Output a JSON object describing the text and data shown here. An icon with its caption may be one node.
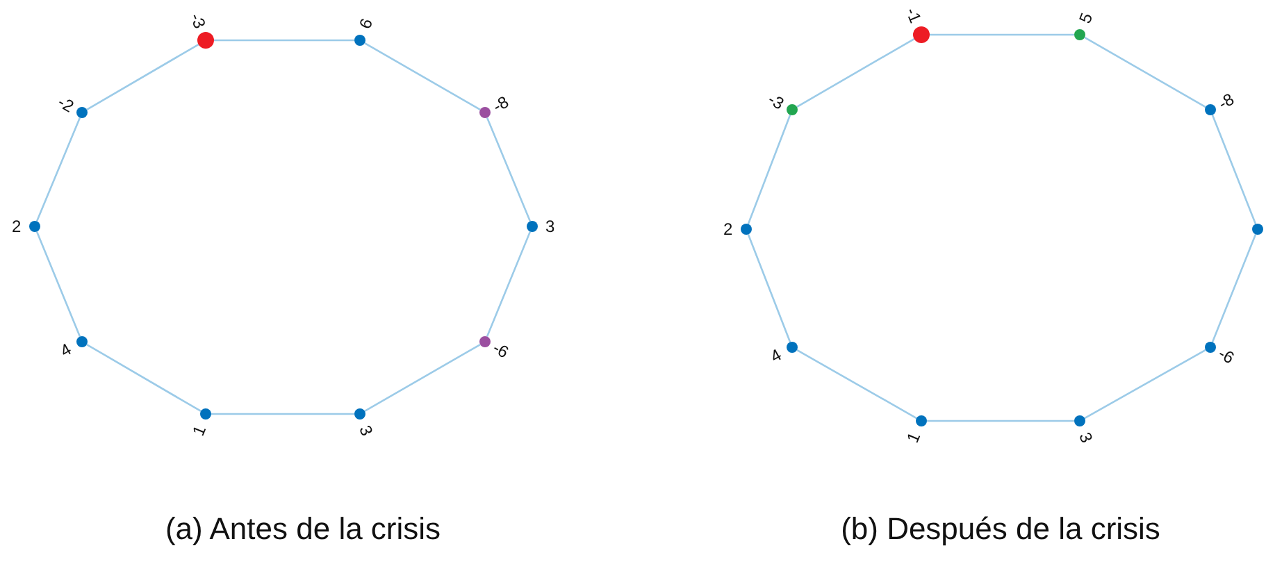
{
  "diagram": {
    "nodes": [
      {
        "text": [
          "-3"
        ]
      },
      {
        "text": [
          "6"
        ]
      },
      {
        "text": [
          "-8"
        ]
      },
      {
        "text": [
          "3"
        ]
      },
      {
        "text": [
          "-6"
        ]
      },
      {
        "text": [
          "3"
        ]
      },
      {
        "text": [
          "1"
        ]
      },
      {
        "text": [
          "4"
        ]
      },
      {
        "text": [
          "2"
        ]
      },
      {
        "text": [
          "-2"
        ]
      },
      {
        "text": [
          "-1"
        ]
      },
      {
        "text": [
          "5"
        ]
      },
      {
        "text": [
          "-8"
        ]
      },
      {
        "text": [],
        "shape": "circle"
      },
      {
        "text": [
          "-6"
        ]
      },
      {
        "text": [
          "3"
        ]
      },
      {
        "text": [
          "1"
        ]
      },
      {
        "text": [
          "4"
        ]
      },
      {
        "text": [
          "2"
        ]
      },
      {
        "text": [
          "-3"
        ]
      }
    ],
    "edges": [
      {
        "from": 0,
        "to": 1,
        "arrow": "none"
      },
      {
        "from": 1,
        "to": 2,
        "arrow": "none"
      },
      {
        "from": 2,
        "to": 3,
        "arrow": "none"
      },
      {
        "from": 3,
        "to": 4,
        "arrow": "none"
      },
      {
        "from": 4,
        "to": 5,
        "arrow": "none"
      },
      {
        "from": 5,
        "to": 6,
        "arrow": "none"
      },
      {
        "from": 6,
        "to": 7,
        "arrow": "none"
      },
      {
        "from": 7,
        "to": 8,
        "arrow": "none"
      },
      {
        "from": 8,
        "to": 9,
        "arrow": "none"
      },
      {
        "from": 9,
        "to": 0,
        "arrow": "none"
      },
      {
        "from": 10,
        "to": 11,
        "arrow": "none"
      },
      {
        "from": 11,
        "to": 12,
        "arrow": "none"
      },
      {
        "from": 12,
        "to": 13,
        "arrow": "none"
      },
      {
        "from": 13,
        "to": 14,
        "arrow": "none"
      },
      {
        "from": 14,
        "to": 15,
        "arrow": "none"
      },
      {
        "from": 15,
        "to": 16,
        "arrow": "none"
      },
      {
        "from": 16,
        "to": 17,
        "arrow": "none"
      },
      {
        "from": 17,
        "to": 18,
        "arrow": "none"
      },
      {
        "from": 18,
        "to": 19,
        "arrow": "none"
      },
      {
        "from": 19,
        "to": 10,
        "arrow": "none"
      }
    ],
    "labels": [
      "(a) Antes de la crisis",
      "(b) Después de la crisis"
    ]
  }
}
